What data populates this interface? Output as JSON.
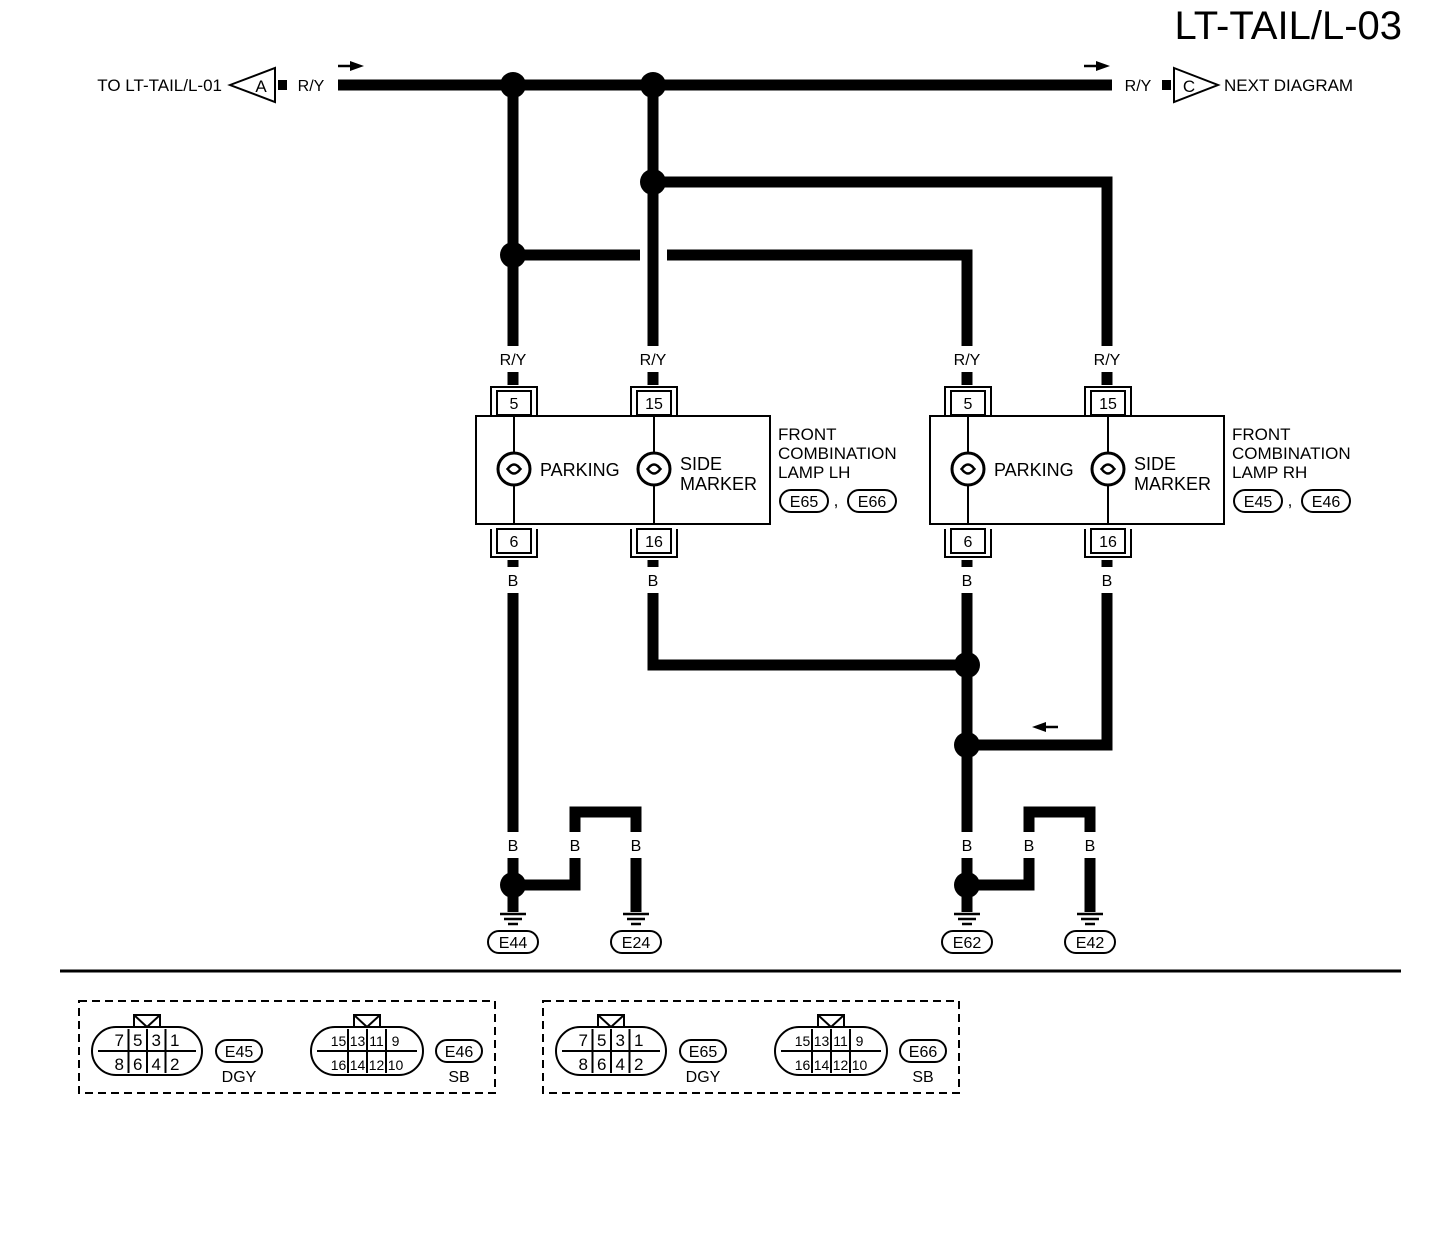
{
  "title": "LT-TAIL/L-03",
  "left_connector": {
    "text": "TO LT-TAIL/L-01",
    "letter": "A",
    "wire": "R/Y"
  },
  "right_connector": {
    "text": "NEXT DIAGRAM",
    "letter": "C",
    "wire": "R/Y"
  },
  "wire_colors": {
    "supply": "R/Y",
    "ground": "B"
  },
  "lamp_lh": {
    "name": [
      "FRONT",
      "COMBINATION",
      "LAMP LH"
    ],
    "connectors": [
      "E65",
      "E66"
    ],
    "parking_label": "PARKING",
    "side_label": [
      "SIDE",
      "MARKER"
    ],
    "pins": {
      "p_in": "5",
      "s_in": "15",
      "p_out": "6",
      "s_out": "16"
    }
  },
  "lamp_rh": {
    "name": [
      "FRONT",
      "COMBINATION",
      "LAMP RH"
    ],
    "connectors": [
      "E45",
      "E46"
    ],
    "parking_label": "PARKING",
    "side_label": [
      "SIDE",
      "MARKER"
    ],
    "pins": {
      "p_in": "5",
      "s_in": "15",
      "p_out": "6",
      "s_out": "16"
    }
  },
  "grounds": [
    "E44",
    "E24",
    "E62",
    "E42"
  ],
  "separator": ",",
  "connector_blocks": [
    {
      "small": {
        "id": "E45",
        "color": "DGY",
        "top": [
          "7",
          "5",
          "3",
          "1"
        ],
        "bottom": [
          "8",
          "6",
          "4",
          "2"
        ]
      },
      "large": {
        "id": "E46",
        "color": "SB",
        "top": [
          "15",
          "13",
          "11",
          "9"
        ],
        "bottom": [
          "16",
          "14",
          "12",
          "10"
        ]
      }
    },
    {
      "small": {
        "id": "E65",
        "color": "DGY",
        "top": [
          "7",
          "5",
          "3",
          "1"
        ],
        "bottom": [
          "8",
          "6",
          "4",
          "2"
        ]
      },
      "large": {
        "id": "E66",
        "color": "SB",
        "top": [
          "15",
          "13",
          "11",
          "9"
        ],
        "bottom": [
          "16",
          "14",
          "12",
          "10"
        ]
      }
    }
  ]
}
